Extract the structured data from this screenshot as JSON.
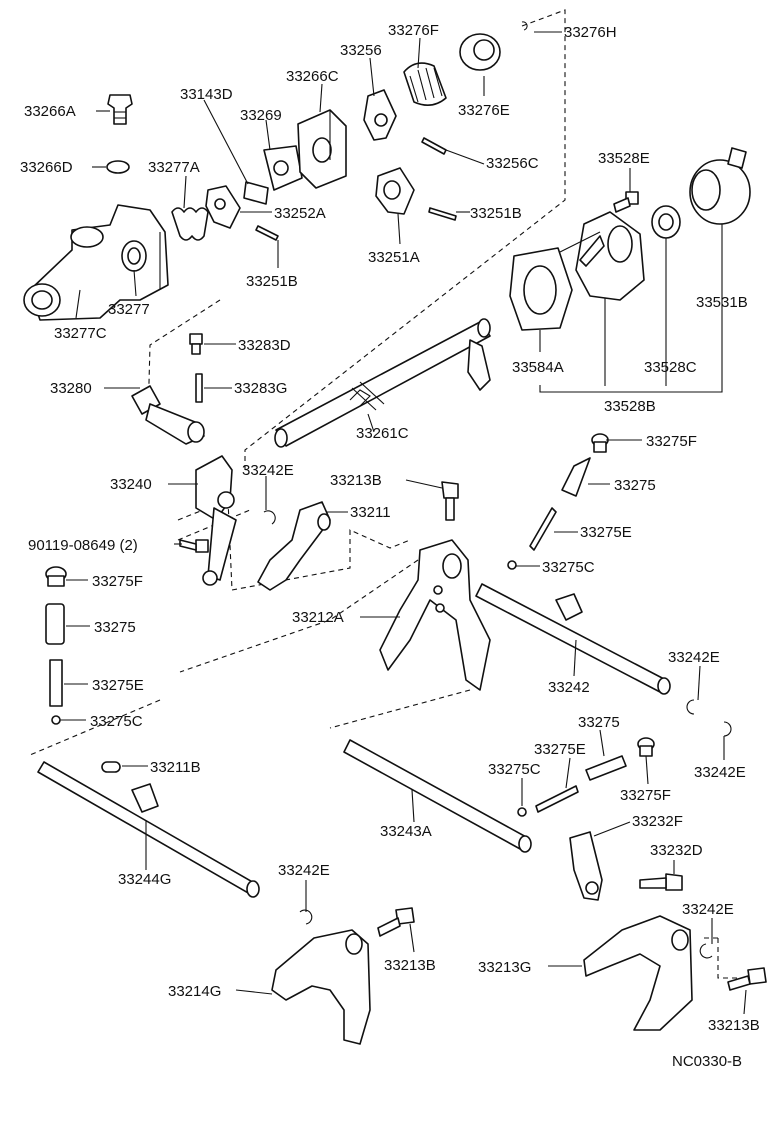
{
  "diagram": {
    "code": "NC0330-B",
    "labels": {
      "l_33266A": "33266A",
      "l_33143D": "33143D",
      "l_33269": "33269",
      "l_33266C": "33266C",
      "l_33256": "33256",
      "l_33276F": "33276F",
      "l_33276H": "33276H",
      "l_33276E": "33276E",
      "l_33256C": "33256C",
      "l_33266D": "33266D",
      "l_33277A": "33277A",
      "l_33252A": "33252A",
      "l_33251B_a": "33251B",
      "l_33251B_b": "33251B",
      "l_33251A": "33251A",
      "l_33528E": "33528E",
      "l_33277": "33277",
      "l_33277C": "33277C",
      "l_33531B": "33531B",
      "l_33283D": "33283D",
      "l_33584A": "33584A",
      "l_33528C": "33528C",
      "l_33280": "33280",
      "l_33283G": "33283G",
      "l_33528B": "33528B",
      "l_33261C": "33261C",
      "l_33275F_a": "33275F",
      "l_33242E_a": "33242E",
      "l_33213B_a": "33213B",
      "l_33240": "33240",
      "l_33275_a": "33275",
      "l_33211": "33211",
      "l_33275E_a": "33275E",
      "l_90119": "90119-08649 (2)",
      "l_33275C_a": "33275C",
      "l_33275F_b": "33275F",
      "l_33212A": "33212A",
      "l_33275_b": "33275",
      "l_33242E_b": "33242E",
      "l_33275E_b": "33275E",
      "l_33242": "33242",
      "l_33275C_b": "33275C",
      "l_33275_c": "33275",
      "l_33275E_c": "33275E",
      "l_33211B": "33211B",
      "l_33242E_c": "33242E",
      "l_33275C_c": "33275C",
      "l_33275F_c": "33275F",
      "l_33243A": "33243A",
      "l_33232F": "33232F",
      "l_33244G": "33244G",
      "l_33232D": "33232D",
      "l_33242E_d": "33242E",
      "l_33242E_e": "33242E",
      "l_33213B_b": "33213B",
      "l_33213G": "33213G",
      "l_33214G": "33214G",
      "l_33213B_c": "33213B"
    }
  }
}
